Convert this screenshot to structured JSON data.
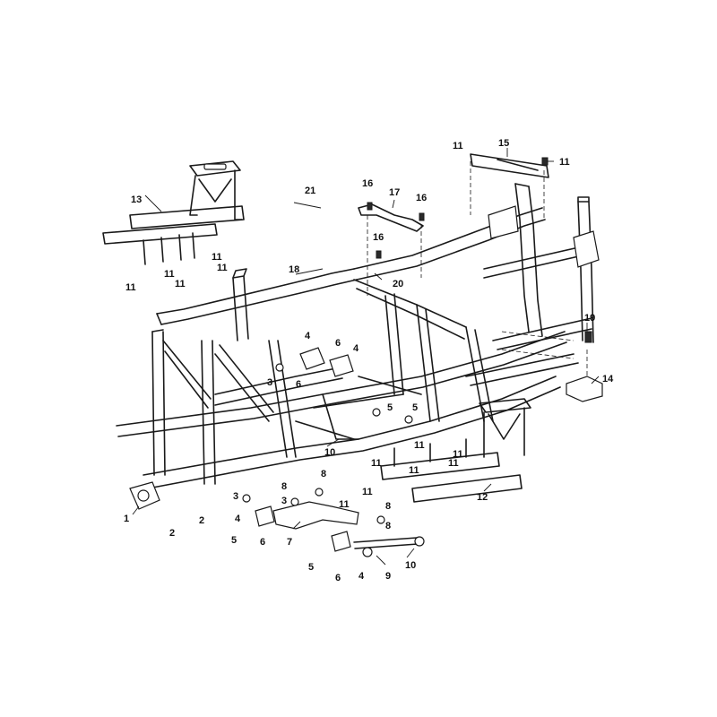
{
  "diagram": {
    "callouts": [
      {
        "id": "c1",
        "text": "1"
      },
      {
        "id": "c2a",
        "text": "2"
      },
      {
        "id": "c2b",
        "text": "2"
      },
      {
        "id": "c3a",
        "text": "3"
      },
      {
        "id": "c3b",
        "text": "3"
      },
      {
        "id": "c3c",
        "text": "3"
      },
      {
        "id": "c4a",
        "text": "4"
      },
      {
        "id": "c4b",
        "text": "4"
      },
      {
        "id": "c4c",
        "text": "4"
      },
      {
        "id": "c4d",
        "text": "4"
      },
      {
        "id": "c5a",
        "text": "5"
      },
      {
        "id": "c5b",
        "text": "5"
      },
      {
        "id": "c5c",
        "text": "5"
      },
      {
        "id": "c5d",
        "text": "5"
      },
      {
        "id": "c6a",
        "text": "6"
      },
      {
        "id": "c6b",
        "text": "6"
      },
      {
        "id": "c6c",
        "text": "6"
      },
      {
        "id": "c6d",
        "text": "6"
      },
      {
        "id": "c7",
        "text": "7"
      },
      {
        "id": "c8a",
        "text": "8"
      },
      {
        "id": "c8b",
        "text": "8"
      },
      {
        "id": "c8c",
        "text": "8"
      },
      {
        "id": "c8d",
        "text": "8"
      },
      {
        "id": "c9",
        "text": "9"
      },
      {
        "id": "c10a",
        "text": "10"
      },
      {
        "id": "c10b",
        "text": "10"
      },
      {
        "id": "c11a",
        "text": "11"
      },
      {
        "id": "c11b",
        "text": "11"
      },
      {
        "id": "c11c",
        "text": "11"
      },
      {
        "id": "c11d",
        "text": "11"
      },
      {
        "id": "c11e",
        "text": "11"
      },
      {
        "id": "c11f",
        "text": "11"
      },
      {
        "id": "c11g",
        "text": "11"
      },
      {
        "id": "c11h",
        "text": "11"
      },
      {
        "id": "c11i",
        "text": "11"
      },
      {
        "id": "c11j",
        "text": "11"
      },
      {
        "id": "c11k",
        "text": "11"
      },
      {
        "id": "c11l",
        "text": "11"
      },
      {
        "id": "c11m",
        "text": "11"
      },
      {
        "id": "c11n",
        "text": "11"
      },
      {
        "id": "c12",
        "text": "12"
      },
      {
        "id": "c13",
        "text": "13"
      },
      {
        "id": "c14",
        "text": "14"
      },
      {
        "id": "c15",
        "text": "15"
      },
      {
        "id": "c16a",
        "text": "16"
      },
      {
        "id": "c16b",
        "text": "16"
      },
      {
        "id": "c16c",
        "text": "16"
      },
      {
        "id": "c17",
        "text": "17"
      },
      {
        "id": "c18",
        "text": "18"
      },
      {
        "id": "c19",
        "text": "19"
      },
      {
        "id": "c20",
        "text": "20"
      },
      {
        "id": "c21",
        "text": "21"
      }
    ]
  }
}
